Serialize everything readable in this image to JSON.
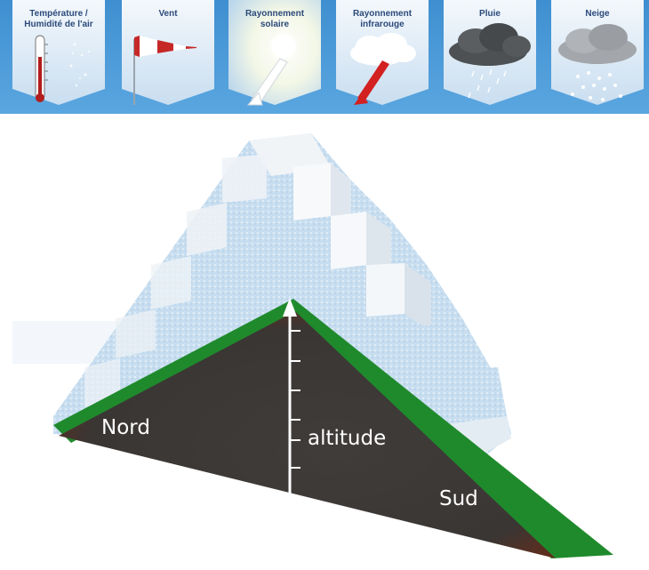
{
  "banner": {
    "tiles": [
      {
        "label": "Température /\nHumidité de l'air",
        "icon": "thermometer-icon"
      },
      {
        "label": "Vent",
        "icon": "windsock-icon"
      },
      {
        "label": "Rayonnement\nsolaire",
        "icon": "sun-icon"
      },
      {
        "label": "Rayonnement\ninfrarouge",
        "icon": "infrared-icon"
      },
      {
        "label": "Pluie",
        "icon": "rain-cloud-icon"
      },
      {
        "label": "Neige",
        "icon": "snow-cloud-icon"
      }
    ]
  },
  "diagram": {
    "north_label": "Nord",
    "south_label": "Sud",
    "axis_label": "altitude"
  },
  "colors": {
    "banner_blue": "#4a97d6",
    "grass_green": "#1f8a2c",
    "rock_dark": "#3a3634",
    "soil_brown": "#6a2a16",
    "snow_white": "#eef3f8",
    "ice_blue": "#cfe3f1"
  }
}
